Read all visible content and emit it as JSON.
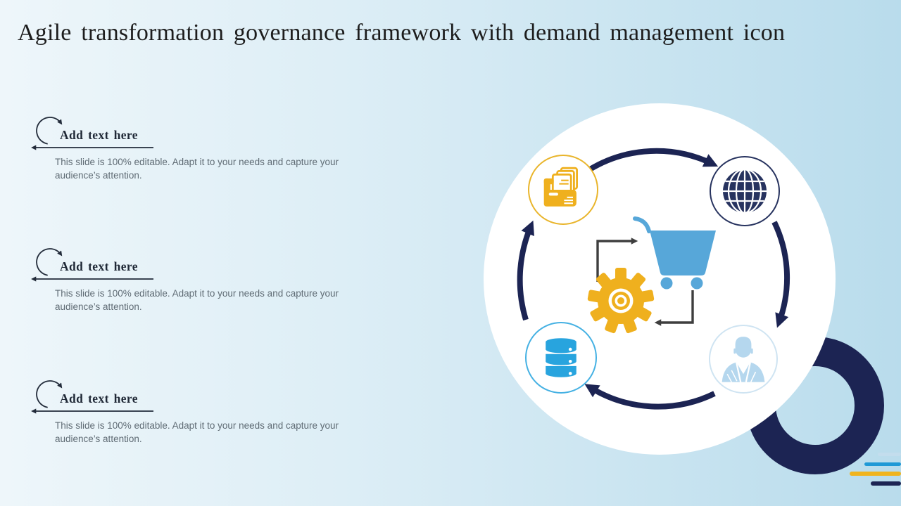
{
  "slide": {
    "title": "Agile transformation governance framework with demand management icon"
  },
  "sections": [
    {
      "heading": "Add text here",
      "body": "This slide is 100% editable. Adapt it to your needs and capture your audience’s attention."
    },
    {
      "heading": "Add text here",
      "body": "This slide is 100% editable. Adapt it to your needs and capture your audience’s attention."
    },
    {
      "heading": "Add text here",
      "body": "This slide is 100% editable. Adapt it to your needs and capture your audience’s attention."
    }
  ],
  "diagram": {
    "nodes": [
      {
        "icon": "folder-documents-icon",
        "accent": "#e9b52c"
      },
      {
        "icon": "globe-icon",
        "accent": "#27335f"
      },
      {
        "icon": "database-icon",
        "accent": "#28a4de"
      },
      {
        "icon": "businessman-icon",
        "accent": "#b5d7ee"
      }
    ],
    "center_icons": [
      "shopping-cart-icon",
      "gear-icon"
    ],
    "cycle_arrow_color": "#1c2453"
  },
  "colors": {
    "background_left": "#eef6fa",
    "background_right": "#b9dcec",
    "navy": "#1c2453",
    "gold": "#efb01e",
    "cart_blue": "#57a7d9",
    "database_blue": "#28a4de",
    "person_blue": "#b5d7ee",
    "heading_text": "#1f2836",
    "body_text": "#5f6b74"
  },
  "decor": {
    "corner_lines": [
      "#c3dded",
      "#1f99d6",
      "#f0b41e",
      "#1c2453"
    ],
    "corner_ring": "#1c2453"
  }
}
